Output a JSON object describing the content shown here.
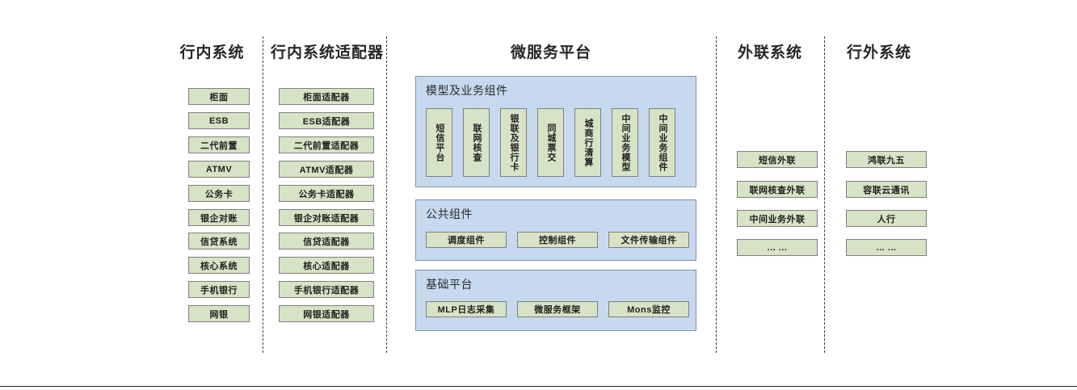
{
  "colors": {
    "box_fill": "#d6e3c6",
    "box_border": "#7f7f7f",
    "panel_fill": "#c6d9ef",
    "panel_border": "#8094ad",
    "divider": "#3a3a3a",
    "text": "#1f1f1f"
  },
  "columns": [
    {
      "id": "internal-systems",
      "title": "行内系统",
      "items": [
        "柜面",
        "ESB",
        "二代前置",
        "ATMV",
        "公务卡",
        "银企对账",
        "信贷系统",
        "核心系统",
        "手机银行",
        "网银"
      ]
    },
    {
      "id": "internal-system-adapters",
      "title": "行内系统适配器",
      "items": [
        "柜面适配器",
        "ESB适配器",
        "二代前置适配器",
        "ATMV适配器",
        "公务卡适配器",
        "银企对账适配器",
        "信贷适配器",
        "核心适配器",
        "手机银行适配器",
        "网银适配器"
      ]
    },
    {
      "id": "external-liaison-systems",
      "title": "外联系统",
      "items": [
        "短信外联",
        "联网核查外联",
        "中间业务外联",
        "... ..."
      ]
    },
    {
      "id": "outside-bank-systems",
      "title": "行外系统",
      "items": [
        "鸿联九五",
        "容联云通讯",
        "人行",
        "... ..."
      ]
    }
  ],
  "platform": {
    "title": "微服务平台",
    "panels": [
      {
        "id": "model-business-components",
        "title": "模型及业务组件",
        "orientation": "vertical",
        "items": [
          "短信平台",
          "联网核查",
          "银联及银行卡",
          "同城票交",
          "城商行清算",
          "中间业务模型",
          "中间业务组件"
        ]
      },
      {
        "id": "public-components",
        "title": "公共组件",
        "orientation": "horizontal",
        "items": [
          "调度组件",
          "控制组件",
          "文件传输组件"
        ]
      },
      {
        "id": "base-platform",
        "title": "基础平台",
        "orientation": "horizontal",
        "items": [
          "MLP日志采集",
          "微服务框架",
          "Mons监控"
        ]
      }
    ]
  }
}
